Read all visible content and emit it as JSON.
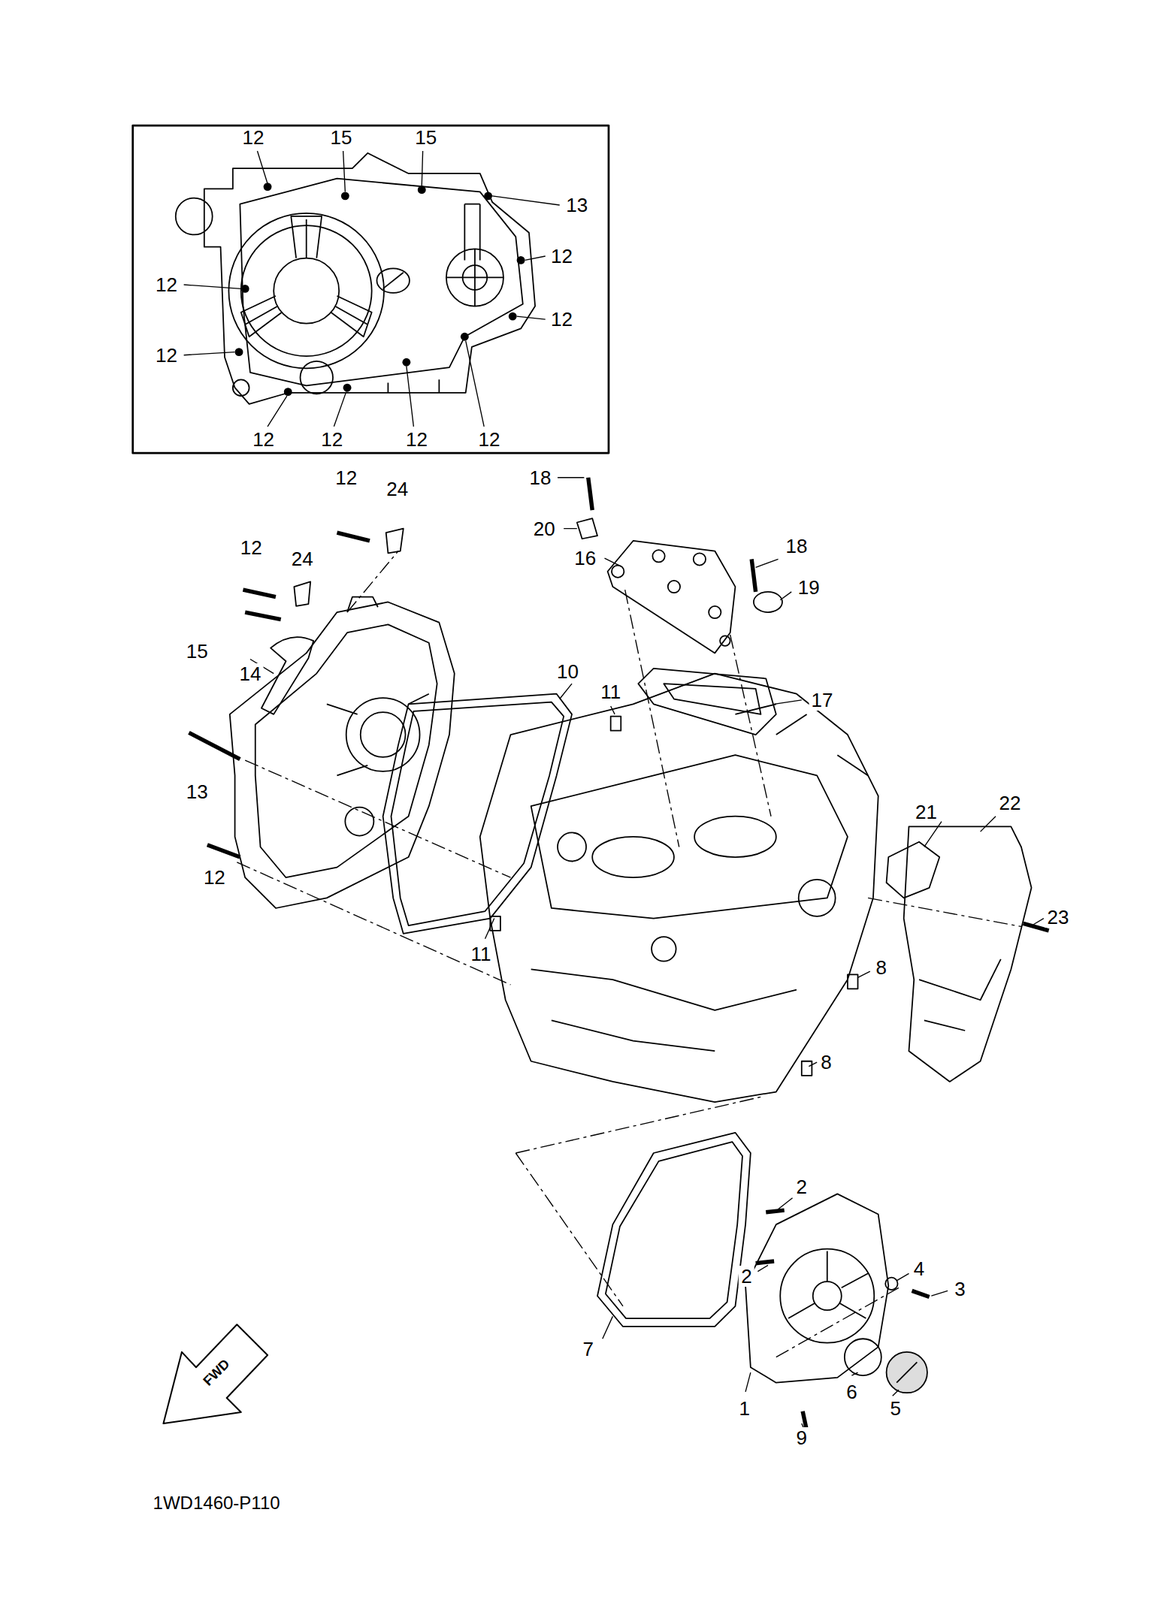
{
  "diagram": {
    "labels": [
      "12",
      "15",
      "15",
      "13",
      "12",
      "12",
      "12",
      "12",
      "12",
      "12",
      "12",
      "12",
      "12",
      "18",
      "24",
      "20",
      "18",
      "12",
      "16",
      "24",
      "19",
      "15",
      "10",
      "14",
      "11",
      "17",
      "13",
      "22",
      "21",
      "12",
      "23",
      "11",
      "8",
      "8",
      "2",
      "4",
      "2",
      "3",
      "7",
      "6",
      "1",
      "5",
      "9",
      "FWD",
      "1WD1460-P110"
    ]
  }
}
